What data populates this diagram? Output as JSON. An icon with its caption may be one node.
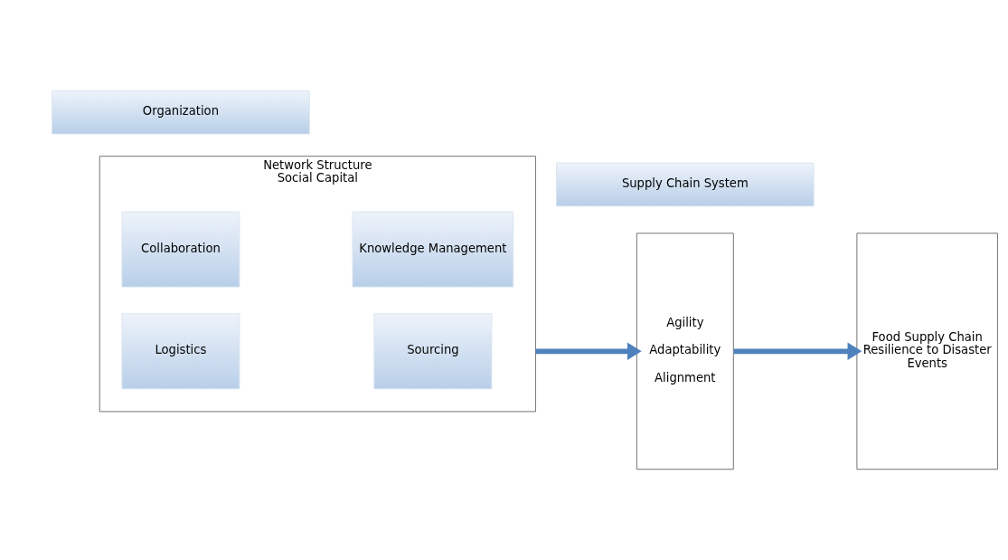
{
  "diagram": {
    "nodes": [
      {
        "text": [
          "Network Structure",
          "Social Capital"
        ]
      },
      {
        "text": [
          "Collaboration"
        ],
        "in": 0
      },
      {
        "text": [
          "Knowledge Management"
        ],
        "in": 0
      },
      {
        "text": [
          "Logistics"
        ],
        "in": 0
      },
      {
        "text": [
          "Sourcing"
        ],
        "in": 0
      },
      {
        "text": [
          "Agility",
          "Adaptability",
          "Alignment"
        ]
      },
      {
        "text": [
          "Food Supply Chain Resilience to Disaster Events"
        ]
      },
      {
        "text": [
          "Organization"
        ]
      },
      {
        "text": [
          "Supply Chain System"
        ]
      }
    ],
    "edges": [
      {
        "from": 0,
        "to": 5,
        "arrow": "to"
      },
      {
        "from": 5,
        "to": 6,
        "arrow": "to"
      }
    ]
  }
}
